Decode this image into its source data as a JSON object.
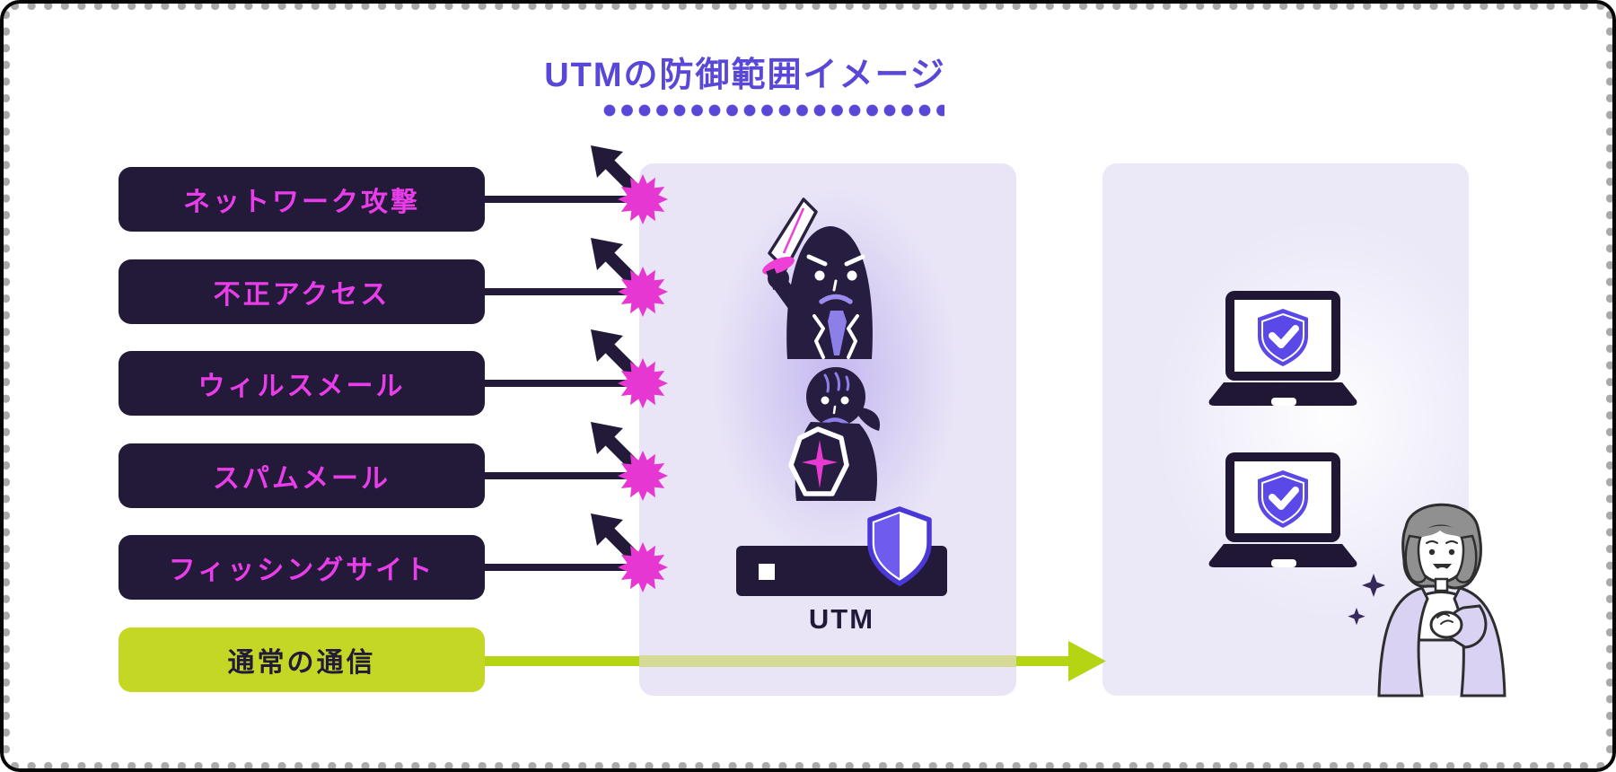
{
  "title": {
    "text": "UTMの防御範囲イメージ"
  },
  "threat_boxes": [
    {
      "label": "ネットワーク攻撃"
    },
    {
      "label": "不正アクセス"
    },
    {
      "label": "ウィルスメール"
    },
    {
      "label": "スパムメール"
    },
    {
      "label": "フィッシングサイト"
    }
  ],
  "normal_traffic_box": {
    "label": "通常の通信"
  },
  "utm_device": {
    "label": "UTM"
  },
  "icons": {
    "burst": "12-point magenta impact star",
    "deflect_arrow": "thick dark arrow bouncing up-left",
    "attacker": "dark blob villain holding sword",
    "defender": "worried dark character with cross shield",
    "device_shield": "half purple / half white shield",
    "laptop_shield": "purple shield with white checkmark",
    "laptop": "dark laptop with white screen",
    "woman": "smiling woman with hand on chest",
    "sparkle": "four point sparkle"
  },
  "colors": {
    "title_purple": "#5948d8",
    "threat_box_bg": "#231a3a",
    "threat_text_magenta": "#e93de9",
    "burst_magenta": "#e637d2",
    "arrow_dark": "#231a3a",
    "normal_green_box": "#c3d724",
    "arrow_green": "#b4d414",
    "arrow_green_muted": "#d5db97",
    "panel_lavender": "#e9e5f7",
    "panel_right": "#ebe8f8",
    "shield_purple": "#5b48e8",
    "edge_dot_gray": "#a9a9a9"
  }
}
